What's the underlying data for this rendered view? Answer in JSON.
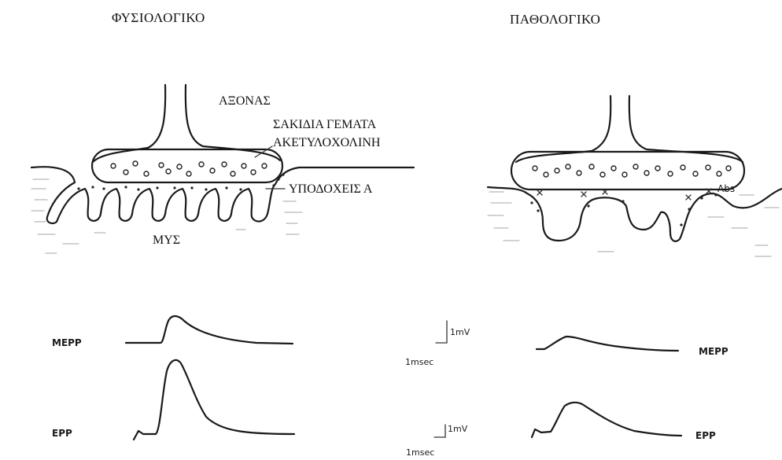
{
  "normal": {
    "title": "ΦΥΣΙΟΛΟΓΙΚΟ",
    "axon_label": "ΑΞΟΝΑΣ",
    "vesicles_label_line1": "ΣΑΚΙΔΙΑ ΓΕΜΑΤΑ",
    "vesicles_label_line2": "ΑΚΕΤΥΛΟΧΟΛΙΝΗ",
    "receptors_label": "ΥΠΟΔΟΧΕΙΣ Α",
    "muscle_label": "ΜΥΣ",
    "mepp_label": "MEPP",
    "epp_label": "EPP"
  },
  "pathological": {
    "title": "ΠΑΘΟΛΟΓΙΚΟ",
    "abs_label": "Abs",
    "mepp_label": "MEPP",
    "epp_label": "EPP"
  },
  "scale_bars": {
    "voltage": "1mV",
    "time": "1msec"
  },
  "colors": {
    "ink": "#1a1a1a",
    "background": "#ffffff"
  }
}
